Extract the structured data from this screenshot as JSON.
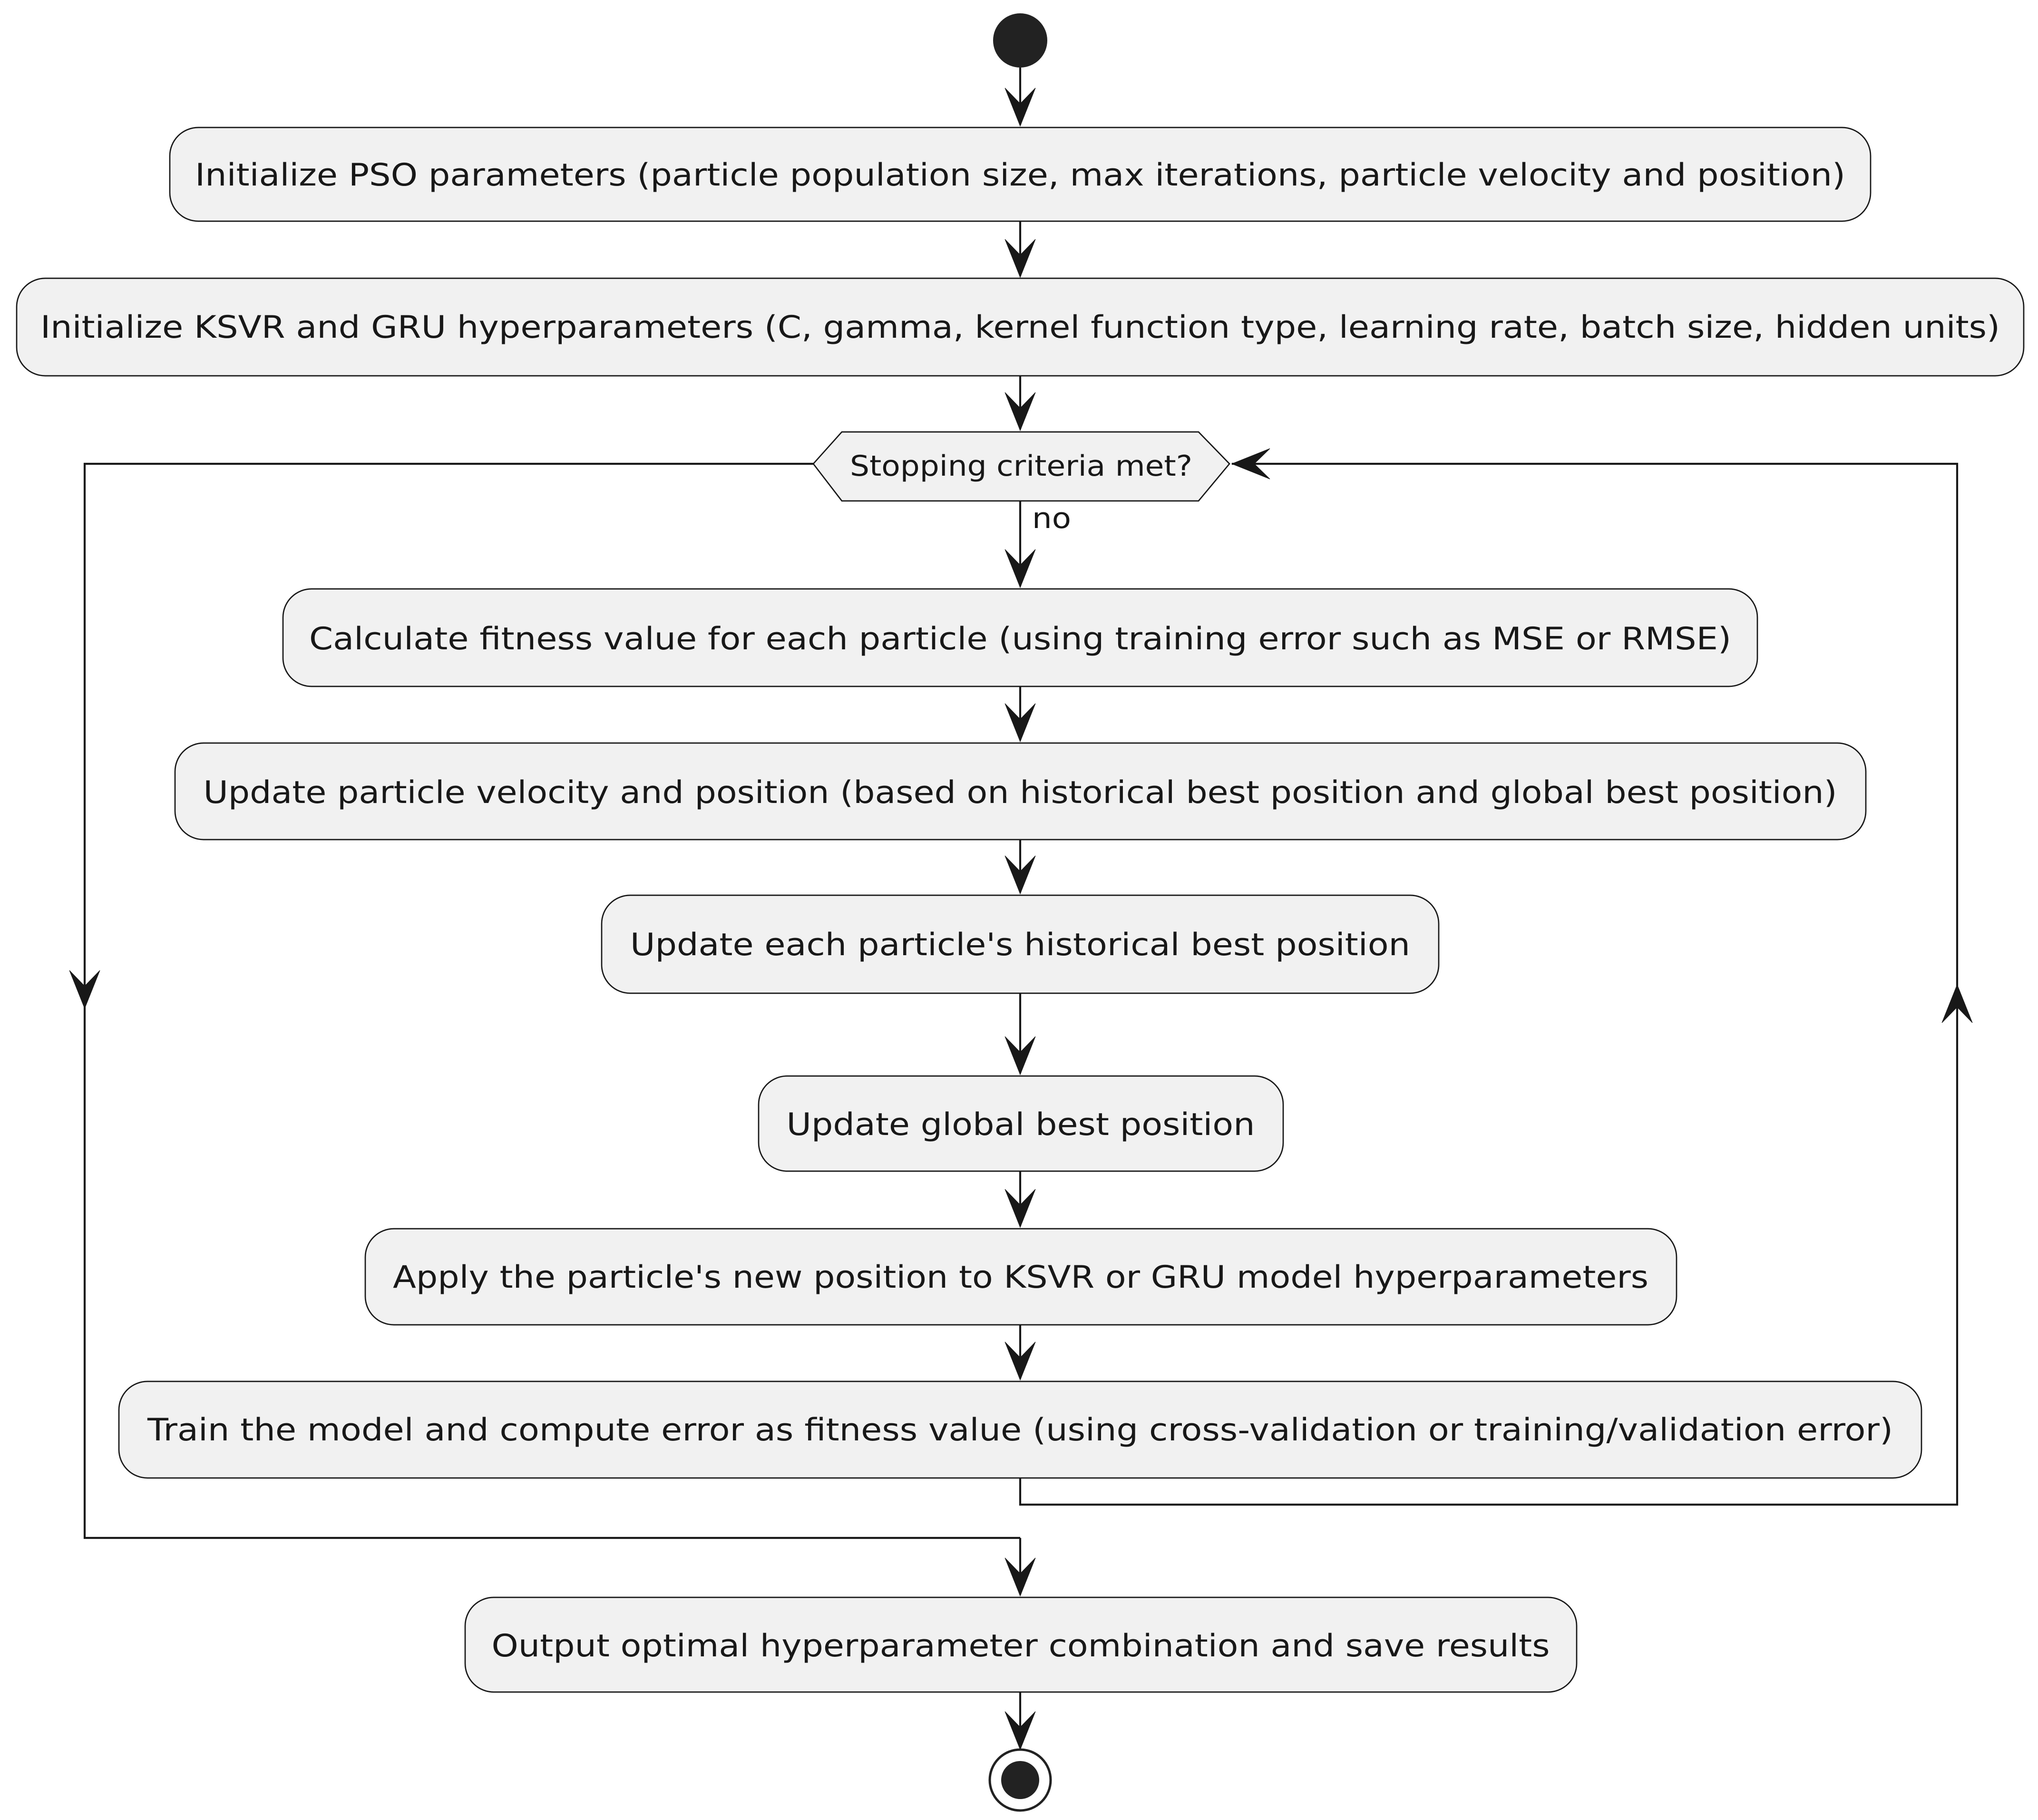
{
  "diagram": {
    "steps": [
      "Initialize PSO parameters (particle population size, max iterations, particle velocity and position)",
      "Initialize KSVR and GRU hyperparameters (C, gamma, kernel function type, learning rate, batch size, hidden units)",
      "Calculate fitness value for each particle (using training error such as MSE or RMSE)",
      "Update particle velocity and position (based on historical best position and global best position)",
      "Update each particle's historical best position",
      "Update global best position",
      "Apply the particle's new position to KSVR or GRU model hyperparameters",
      "Train the model and compute error as fitness value (using cross-validation or training/validation error)",
      "Output optimal hyperparameter combination and save results"
    ],
    "decision": {
      "question": "Stopping criteria met?",
      "branch_no_label": "no"
    }
  },
  "colors": {
    "node_fill": "#f1f1f1",
    "stroke": "#181818",
    "background": "#ffffff"
  }
}
